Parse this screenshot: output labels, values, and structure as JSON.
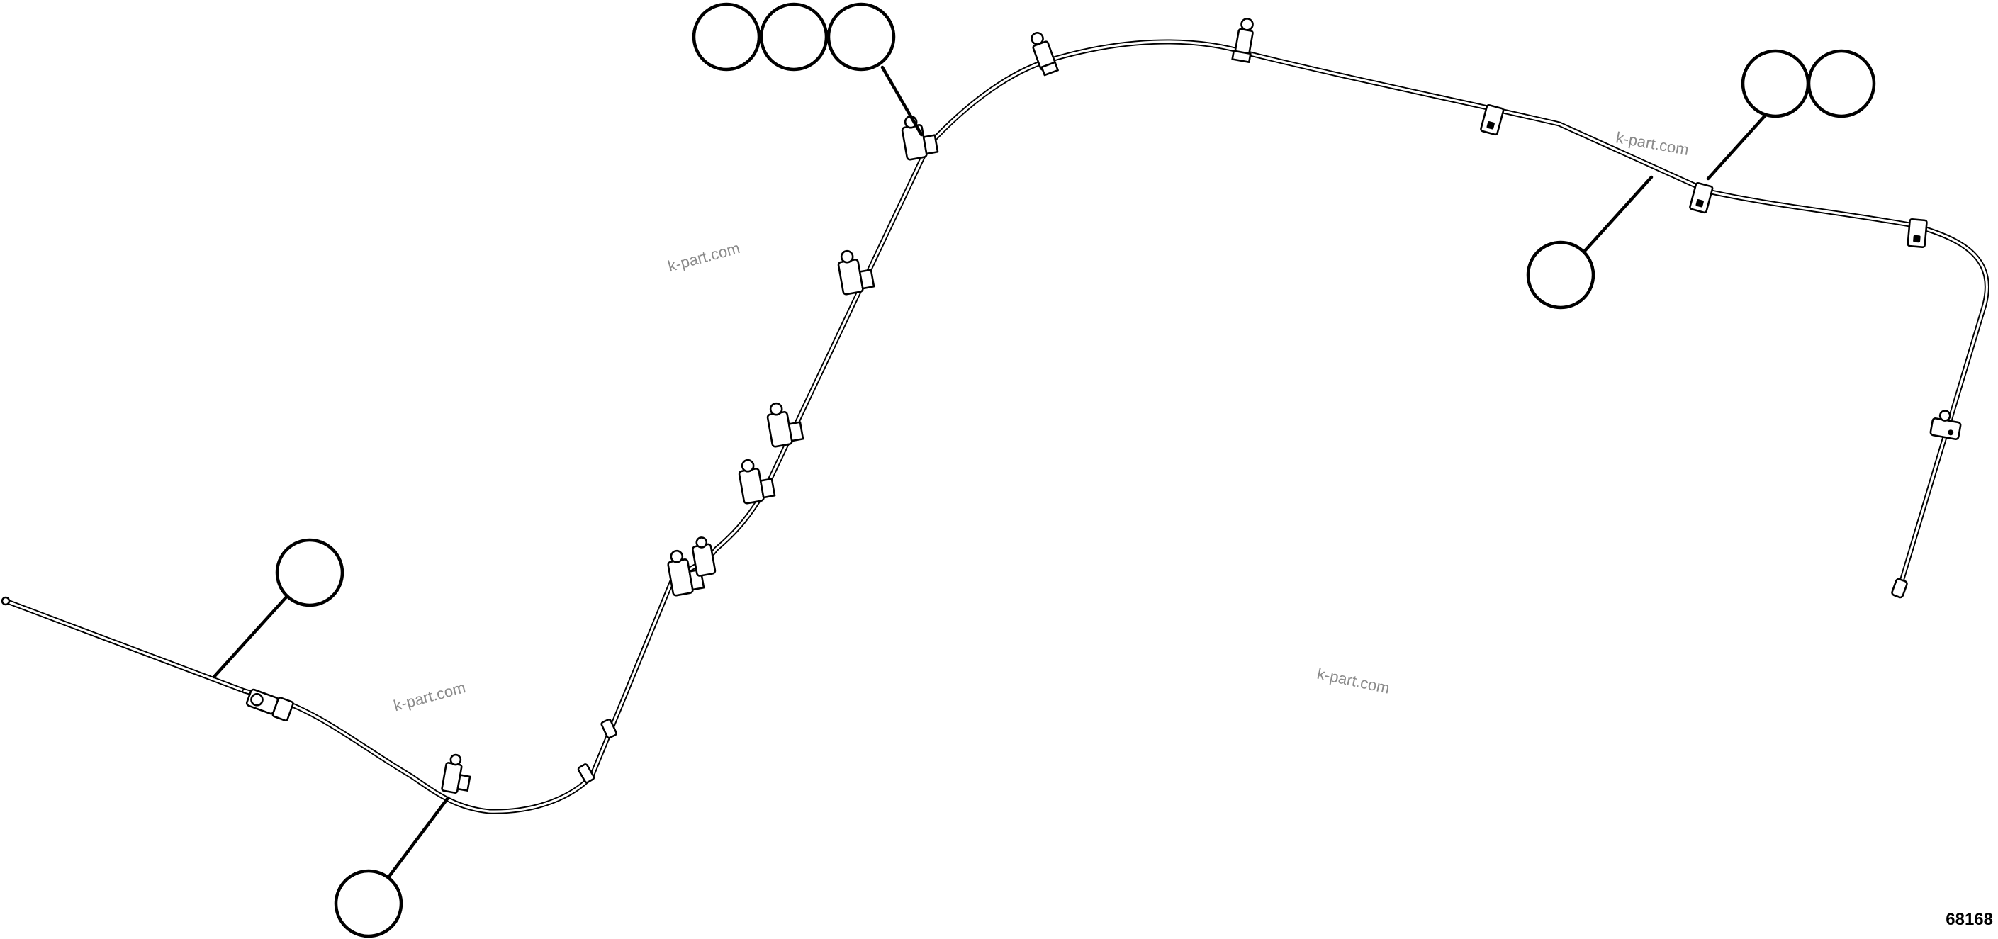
{
  "figure": {
    "number": "68168"
  },
  "watermarks": [
    "k-part.com",
    "k-part.com",
    "k-part.com",
    "k-part.com"
  ],
  "colors": {
    "line": "#000000",
    "background": "#ffffff",
    "watermark": "#8a8a8a"
  },
  "callouts": [
    {
      "label": ""
    },
    {
      "label": ""
    },
    {
      "label": ""
    },
    {
      "label": ""
    },
    {
      "label": ""
    },
    {
      "label": ""
    },
    {
      "label": ""
    },
    {
      "label": ""
    },
    {
      "label": ""
    }
  ],
  "parts": {
    "line": "tube-line",
    "clip": "clamp-icon",
    "fitting": "fitting-icon"
  }
}
